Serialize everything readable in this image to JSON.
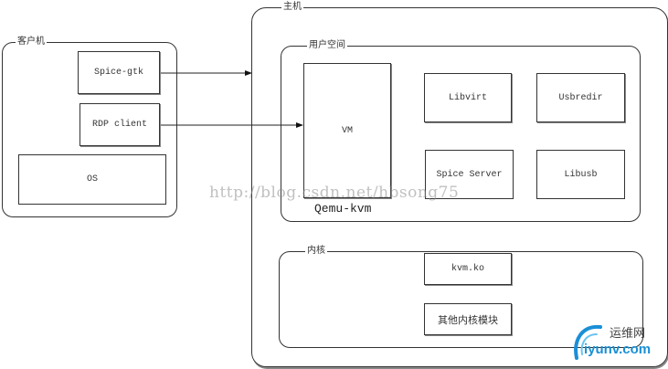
{
  "groups": {
    "client": {
      "label": "客户机"
    },
    "host": {
      "label": "主机"
    },
    "userspace": {
      "label": "用户空间"
    },
    "kernel": {
      "label": "内核"
    }
  },
  "client_boxes": {
    "spice_gtk": "Spice-gtk",
    "rdp_client": "RDP client",
    "os": "OS"
  },
  "userspace_boxes": {
    "vm": "VM",
    "qemu_label": "Qemu-kvm",
    "libvirt": "Libvirt",
    "usbredir": "Usbredir",
    "spice_server": "Spice Server",
    "libusb": "Libusb"
  },
  "kernel_boxes": {
    "kvm_ko": "kvm.ko",
    "other_modules": "其他内核模块"
  },
  "connections": [
    {
      "from": "Spice-gtk",
      "to": "主机"
    },
    {
      "from": "RDP client",
      "to": "VM"
    }
  ],
  "watermark": "http://blog.csdn.net/hbsong75",
  "logo": {
    "cn": "运维网",
    "en": "iyunv.com",
    "color": "#1a8fd6"
  }
}
